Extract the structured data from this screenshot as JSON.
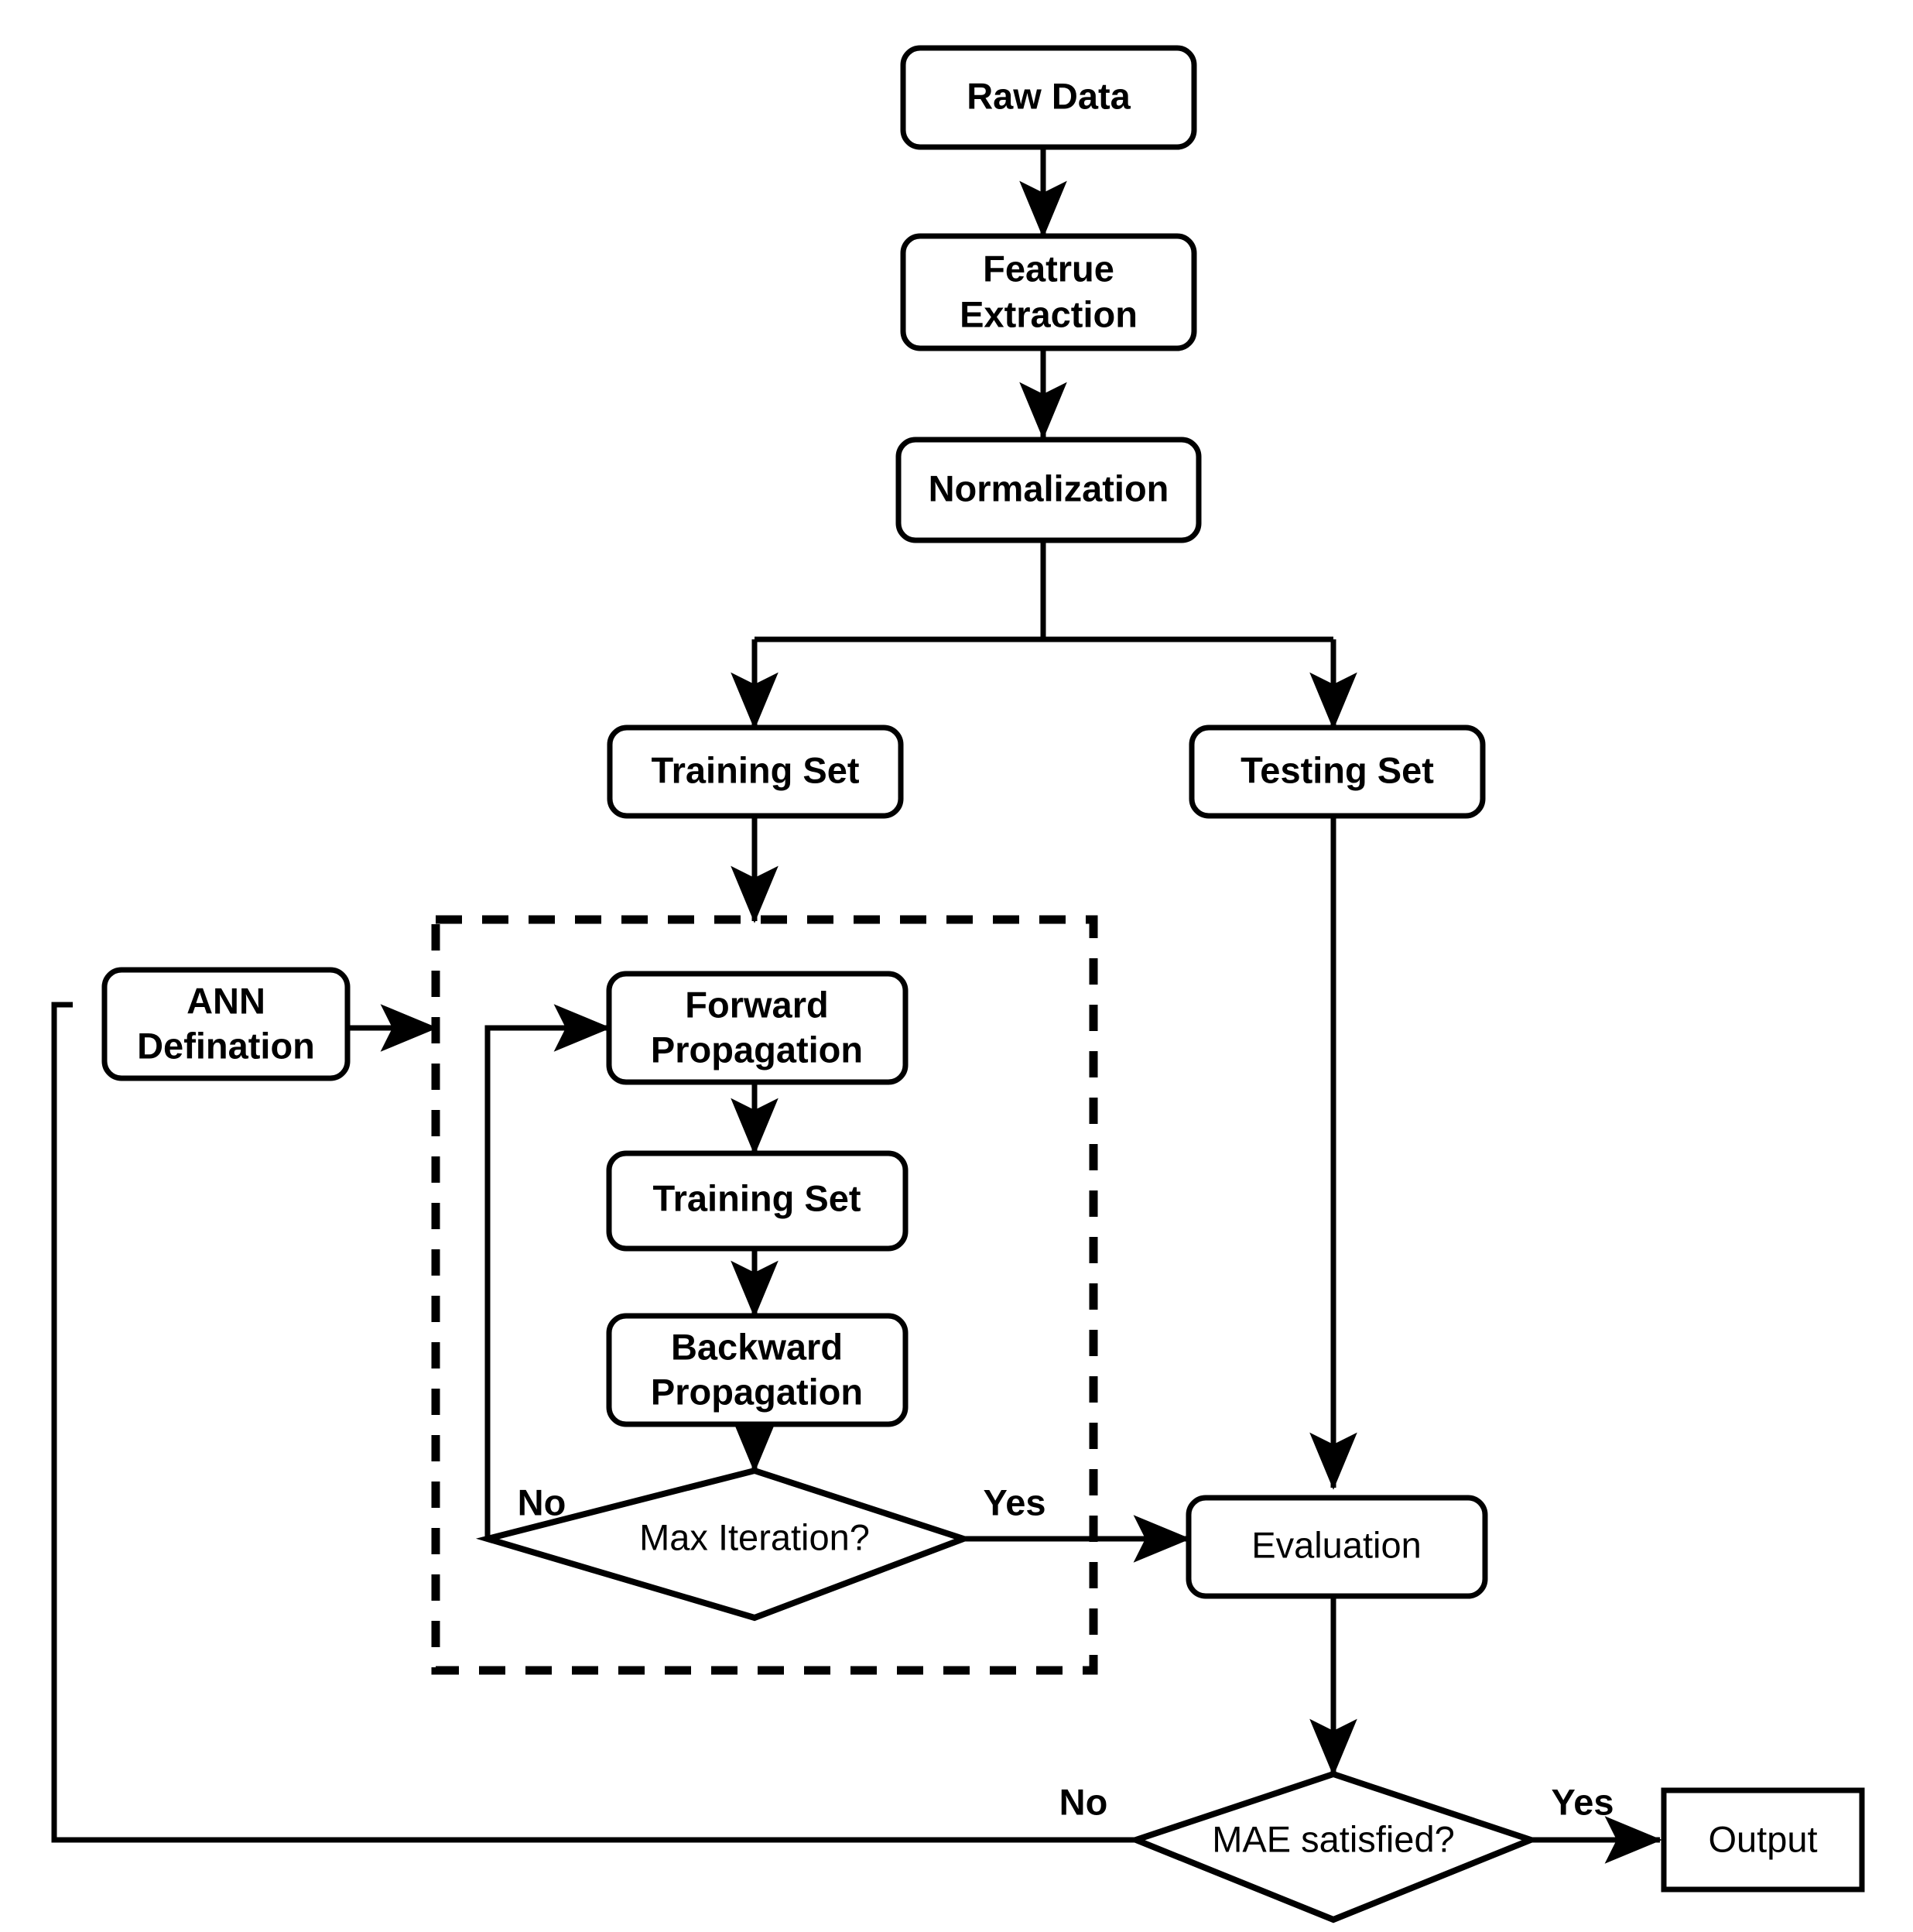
{
  "diagram": {
    "type": "flowchart",
    "title": "ANN training and evaluation workflow",
    "background_color": "#ffffff",
    "line_color": "#000000",
    "nodes": [
      {
        "id": "raw_data",
        "label": "Raw Data",
        "shape": "rounded-rect"
      },
      {
        "id": "feature_extraction",
        "label_line1": "Featrue",
        "label_line2": "Extraction",
        "shape": "rounded-rect"
      },
      {
        "id": "normalization",
        "label": "Normalization",
        "shape": "rounded-rect"
      },
      {
        "id": "training_set",
        "label": "Training Set",
        "shape": "rounded-rect"
      },
      {
        "id": "testing_set",
        "label": "Testing Set",
        "shape": "rounded-rect"
      },
      {
        "id": "ann_defination",
        "label_line1": "ANN",
        "label_line2": "Defination",
        "shape": "rounded-rect"
      },
      {
        "id": "forward_propagation",
        "label_line1": "Forward",
        "label_line2": "Propagation",
        "shape": "rounded-rect"
      },
      {
        "id": "training_set_inner",
        "label": "Training Set",
        "shape": "rounded-rect"
      },
      {
        "id": "backward_propagation",
        "label_line1": "Backward",
        "label_line2": "Propagation",
        "shape": "rounded-rect"
      },
      {
        "id": "max_iteration",
        "label": "Max Iteration?",
        "shape": "diamond"
      },
      {
        "id": "evaluation",
        "label": "Evaluation",
        "shape": "rounded-rect"
      },
      {
        "id": "mae_satisfied",
        "label": "MAE satisfied?",
        "shape": "diamond"
      },
      {
        "id": "output",
        "label": "Output",
        "shape": "rect"
      }
    ],
    "edge_labels": {
      "max_iteration_no": "No",
      "max_iteration_yes": "Yes",
      "mae_no": "No",
      "mae_yes": "Yes"
    }
  }
}
